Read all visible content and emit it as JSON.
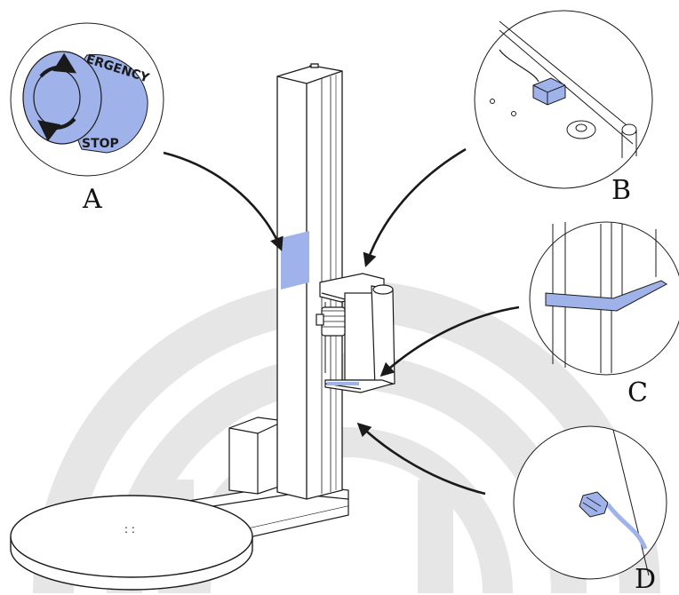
{
  "diagram": {
    "callouts": [
      {
        "id": "A",
        "label": "A",
        "button_text_top": "ERGENCY",
        "button_text_bottom": "STOP"
      },
      {
        "id": "B",
        "label": "B"
      },
      {
        "id": "C",
        "label": "C"
      },
      {
        "id": "D",
        "label": "D"
      }
    ],
    "turntable_marks": ": :",
    "colors": {
      "highlight": "#9fb3ea",
      "line": "#1a1a1a",
      "watermark": "#e6e6e6",
      "background": "#ffffff"
    }
  }
}
